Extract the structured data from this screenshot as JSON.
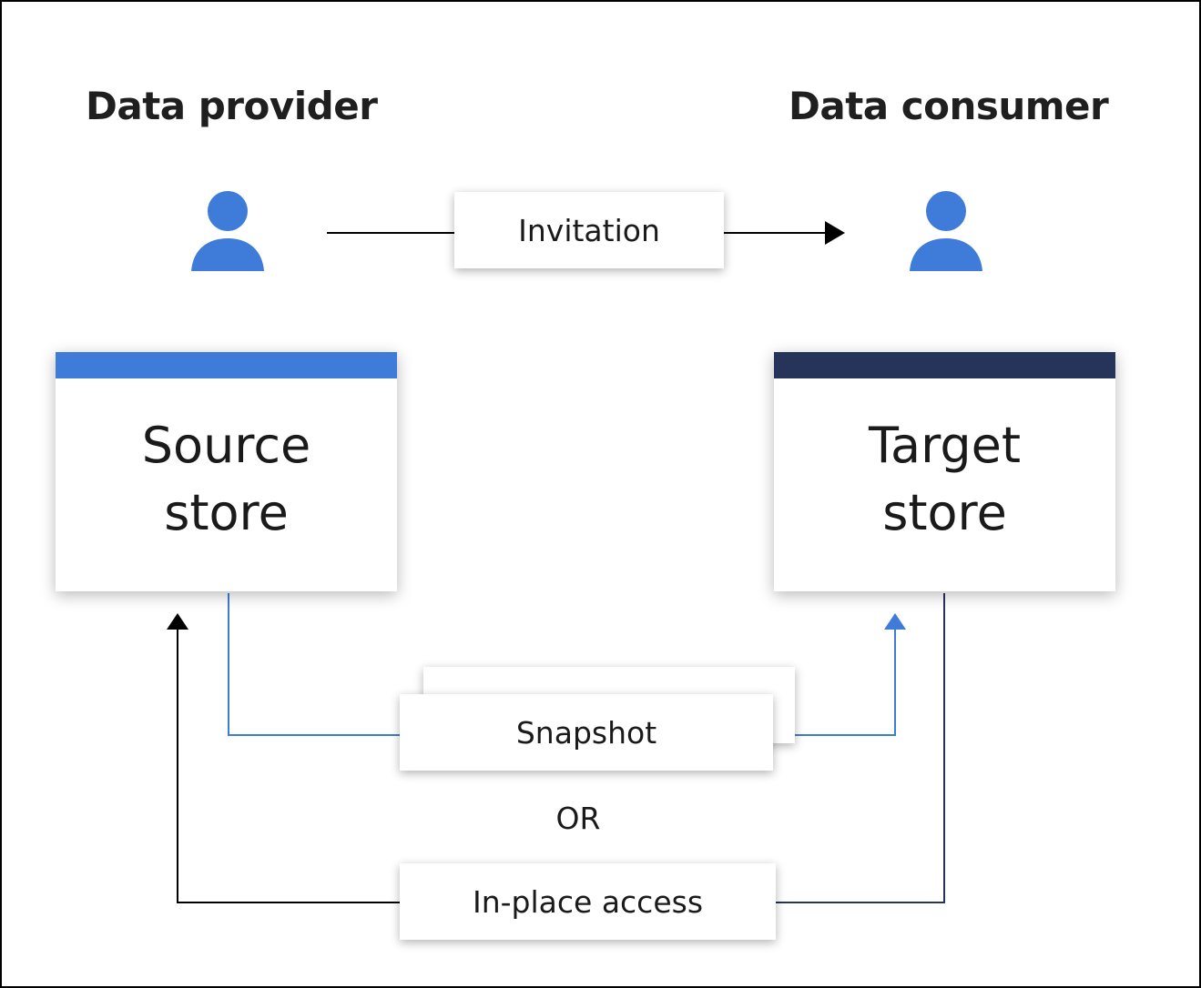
{
  "headings": {
    "provider": "Data provider",
    "consumer": "Data consumer"
  },
  "icons": {
    "provider": "person-icon",
    "consumer": "person-icon"
  },
  "stores": {
    "source": "Source\nstore",
    "target": "Target\nstore"
  },
  "labels": {
    "invitation": "Invitation",
    "snapshot": "Snapshot",
    "or": "OR",
    "in_place_access": "In-place access"
  },
  "colors": {
    "person": "#3f7bd9",
    "source_bar": "#3f7bd9",
    "target_bar": "#26345a",
    "snapshot_line": "#3f7bd9",
    "inplace_line_right": "#26345a",
    "inplace_line_left": "#000000"
  }
}
